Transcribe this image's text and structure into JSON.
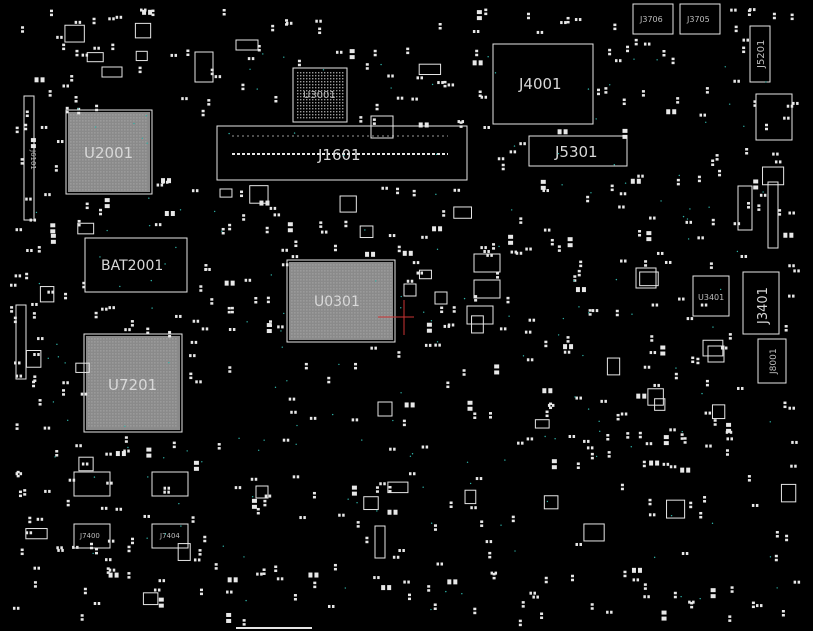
{
  "view": {
    "background": "#000000",
    "outline_color": "#e6e6e6",
    "pad_color": "#e8e8e8",
    "bga_fill": "#8a8a8a",
    "cursor_color": "#cc3333",
    "via_color": "#2fb3a8"
  },
  "components": {
    "u2001": "U2001",
    "u7201": "U7201",
    "u0301": "U0301",
    "u3001": "U3001",
    "j1601": "J1601",
    "j4001": "J4001",
    "j5301": "J5301",
    "j5201": "J5201",
    "j3401": "J3401",
    "j8001": "J8001",
    "u3401": "U3401",
    "j3706": "J3706",
    "j3705": "J3705",
    "bat2001": "BAT2001",
    "j7400": "J7400",
    "j7404": "J7404",
    "j6101": "J6101"
  }
}
